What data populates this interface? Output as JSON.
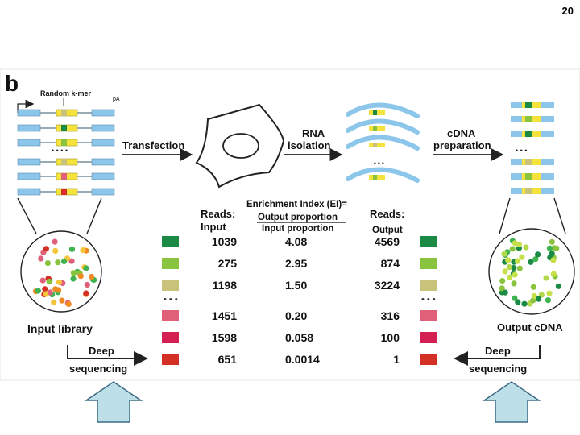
{
  "slide": {
    "number": "20"
  },
  "figure": {
    "panel_letter": "b",
    "construct": {
      "random_kmer_label": "Random k-mer",
      "pa_label": "pA",
      "ellipsis": "• • • •"
    },
    "steps": {
      "transfection": "Transfection",
      "rna_isolation": [
        "RNA",
        "isolation"
      ],
      "cdna_preparation": [
        "cDNA",
        "preparation"
      ],
      "rna_ellipsis": "• • •",
      "cdna_ellipsis": "• • •"
    },
    "input_library_label": "Input library",
    "output_cdna_label": "Output cDNA",
    "deep_sequencing_label": [
      "Deep",
      "sequencing"
    ],
    "table": {
      "ei_title": "Enrichment Index (EI)=",
      "ei_numerator": "Output proportion",
      "ei_denominator": "Input proportion",
      "reads_input_header": [
        "Reads:",
        "Input"
      ],
      "reads_output_header": [
        "Reads:",
        "Output"
      ],
      "gap_marker": "• • •",
      "rows": [
        {
          "input": "1039",
          "ei": "4.08",
          "output": "4569",
          "color": "#1a8a44"
        },
        {
          "input": "275",
          "ei": "2.95",
          "output": "874",
          "color": "#8ac43f"
        },
        {
          "input": "1198",
          "ei": "1.50",
          "output": "3224",
          "color": "#c9c27a"
        },
        {
          "input": "1451",
          "ei": "0.20",
          "output": "316",
          "color": "#e0607a"
        },
        {
          "input": "1598",
          "ei": "0.058",
          "output": "100",
          "color": "#d41f52"
        },
        {
          "input": "651",
          "ei": "0.0014",
          "output": "1",
          "color": "#d32f24"
        }
      ]
    },
    "colors": {
      "exon_blue": "#8cc6ea",
      "kmer_yellow": "#f5e33b",
      "arrow_fill": "#bde0e8",
      "arrow_stroke": "#3d6a84"
    }
  }
}
